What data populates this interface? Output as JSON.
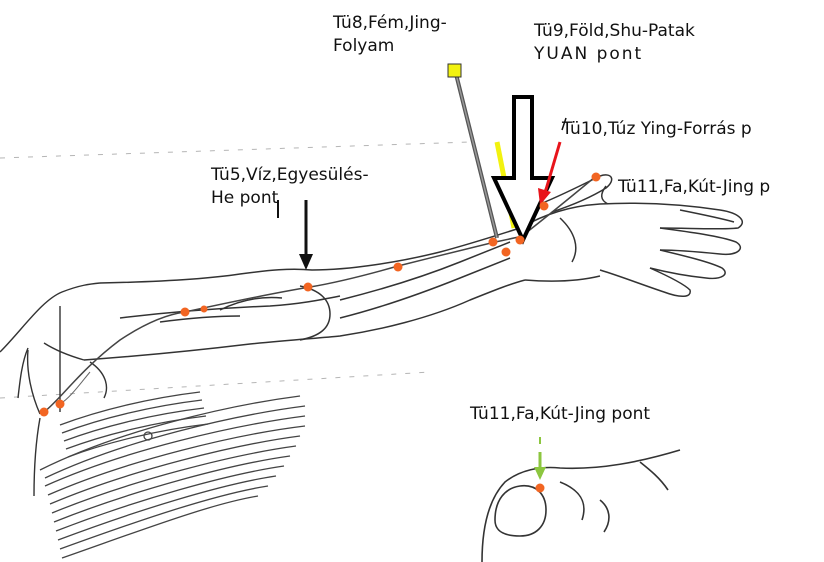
{
  "labels": {
    "tu8": {
      "line1": "Tü8,Fém,Jing-",
      "line2": "Folyam"
    },
    "tu9": {
      "line1": "Tü9,Föld,Shu-Patak",
      "line2": "YUAN pont"
    },
    "tu10": {
      "line1": "Tü10,Túz Ying-Forrás p"
    },
    "tu11": {
      "line1": "Tü11,Fa,Kút-Jing p"
    },
    "tu5": {
      "line1": "Tü5,Víz,Egyesülés-",
      "line2": "He pont"
    },
    "tu11_pont": {
      "line1": "Tü11,Fa,Kút-Jing pont"
    }
  },
  "colors": {
    "point": "#f26522",
    "arrow_black": "#000000",
    "arrow_red": "#e8141b",
    "marker_yellow": "#f2f20f",
    "arrow_green": "#8cc63f",
    "needle": "#555555",
    "outline": "#333333"
  },
  "icons": {
    "needle": "acupuncture-needle-icon",
    "big_arrow": "large-down-arrow-icon"
  }
}
